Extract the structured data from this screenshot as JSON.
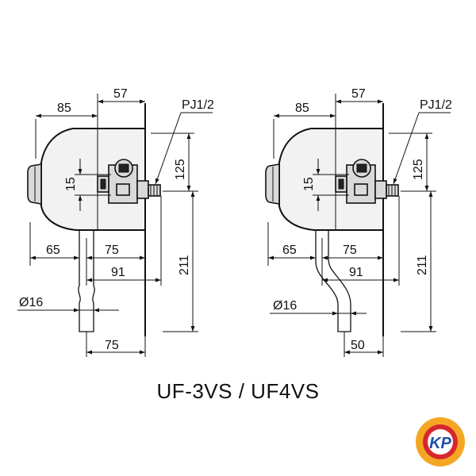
{
  "left": {
    "dim_85": "85",
    "dim_57": "57",
    "thread": "PJ1/2",
    "dim_15": "15",
    "dim_125": "125",
    "dim_65": "65",
    "dim_75_top": "75",
    "dim_91": "91",
    "dim_211": "211",
    "diameter": "Ø16",
    "dim_bottom": "75"
  },
  "right": {
    "dim_85": "85",
    "dim_57": "57",
    "thread": "PJ1/2",
    "dim_15": "15",
    "dim_125": "125",
    "dim_65": "65",
    "dim_75_top": "75",
    "dim_91": "91",
    "dim_211": "211",
    "diameter": "Ø16",
    "dim_bottom": "50"
  },
  "caption": "UF-3VS / UF4VS",
  "logo": {
    "text": "KP",
    "colors": {
      "outer": "#f5a623",
      "inner": "#d7262e",
      "text": "#1e4fa3"
    }
  }
}
